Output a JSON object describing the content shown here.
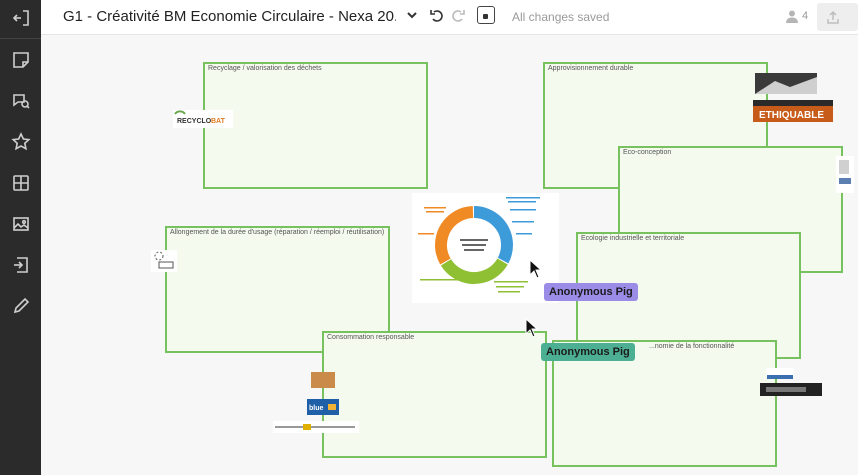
{
  "toolbar": {
    "items": [
      {
        "icon": "exit-icon"
      },
      {
        "icon": "sticky-note-icon"
      },
      {
        "icon": "comment-search-icon"
      },
      {
        "icon": "star-icon"
      },
      {
        "icon": "grid-icon"
      },
      {
        "icon": "image-icon"
      },
      {
        "icon": "import-icon"
      },
      {
        "icon": "pencil-icon"
      }
    ]
  },
  "header": {
    "title": "G1 - Créativité BM Economie Circulaire - Nexa 20...",
    "status": "All changes saved",
    "collaborators": "4"
  },
  "frames": [
    {
      "label": "Recyclage / valorisation des déchets"
    },
    {
      "label": "Approvisionnement durable"
    },
    {
      "label": "Eco-conception"
    },
    {
      "label": "Allongement de la durée d'usage (réparation / réemploi / réutilisation)"
    },
    {
      "label": "Ecologie industrielle et territoriale"
    },
    {
      "label": "Consommation responsable"
    },
    {
      "label": "...nomie de la fonctionnalité"
    }
  ],
  "logos": {
    "recyclobat": "RECYCLO'BAT",
    "ethiquable": "ETHIQUABLE",
    "blue": "bluecup"
  },
  "cursors": [
    {
      "name": "Anonymous Pig",
      "color": "#9b8ce8"
    },
    {
      "name": "Anonymous Pig",
      "color": "#4caf93"
    }
  ],
  "colors": {
    "frame_border": "#77c15f",
    "frame_fill": "#f4faee",
    "sidebar_bg": "#2b2b2b"
  }
}
